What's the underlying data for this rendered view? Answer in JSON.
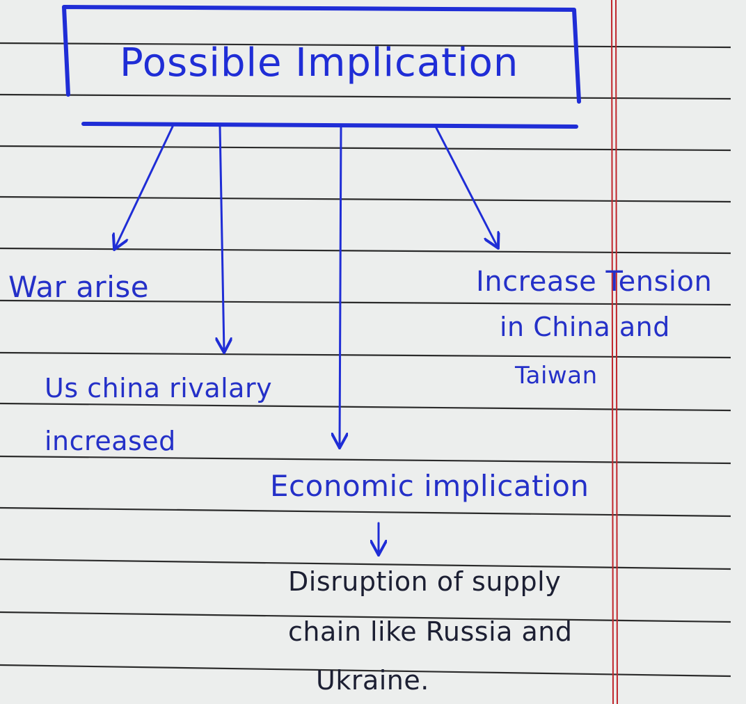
{
  "diagram": {
    "title": "Possible Implication",
    "nodes": {
      "war": "War arise",
      "rivalry_line1": "Us china rivalary",
      "rivalry_line2": "increased",
      "tension_line1": "Increase Tension",
      "tension_line2": "in China and",
      "tension_line3": "Taiwan",
      "economic": "Economic implication",
      "supply_line1": "Disruption of supply",
      "supply_line2": "chain like Russia and",
      "supply_line3": "Ukraine."
    }
  },
  "colors": {
    "paper": "#eceeed",
    "rule_line": "#2b2b2b",
    "margin_line": "#c0262c",
    "ink_blue": "#1f2dd6",
    "ink_dark": "#1c1f33"
  }
}
